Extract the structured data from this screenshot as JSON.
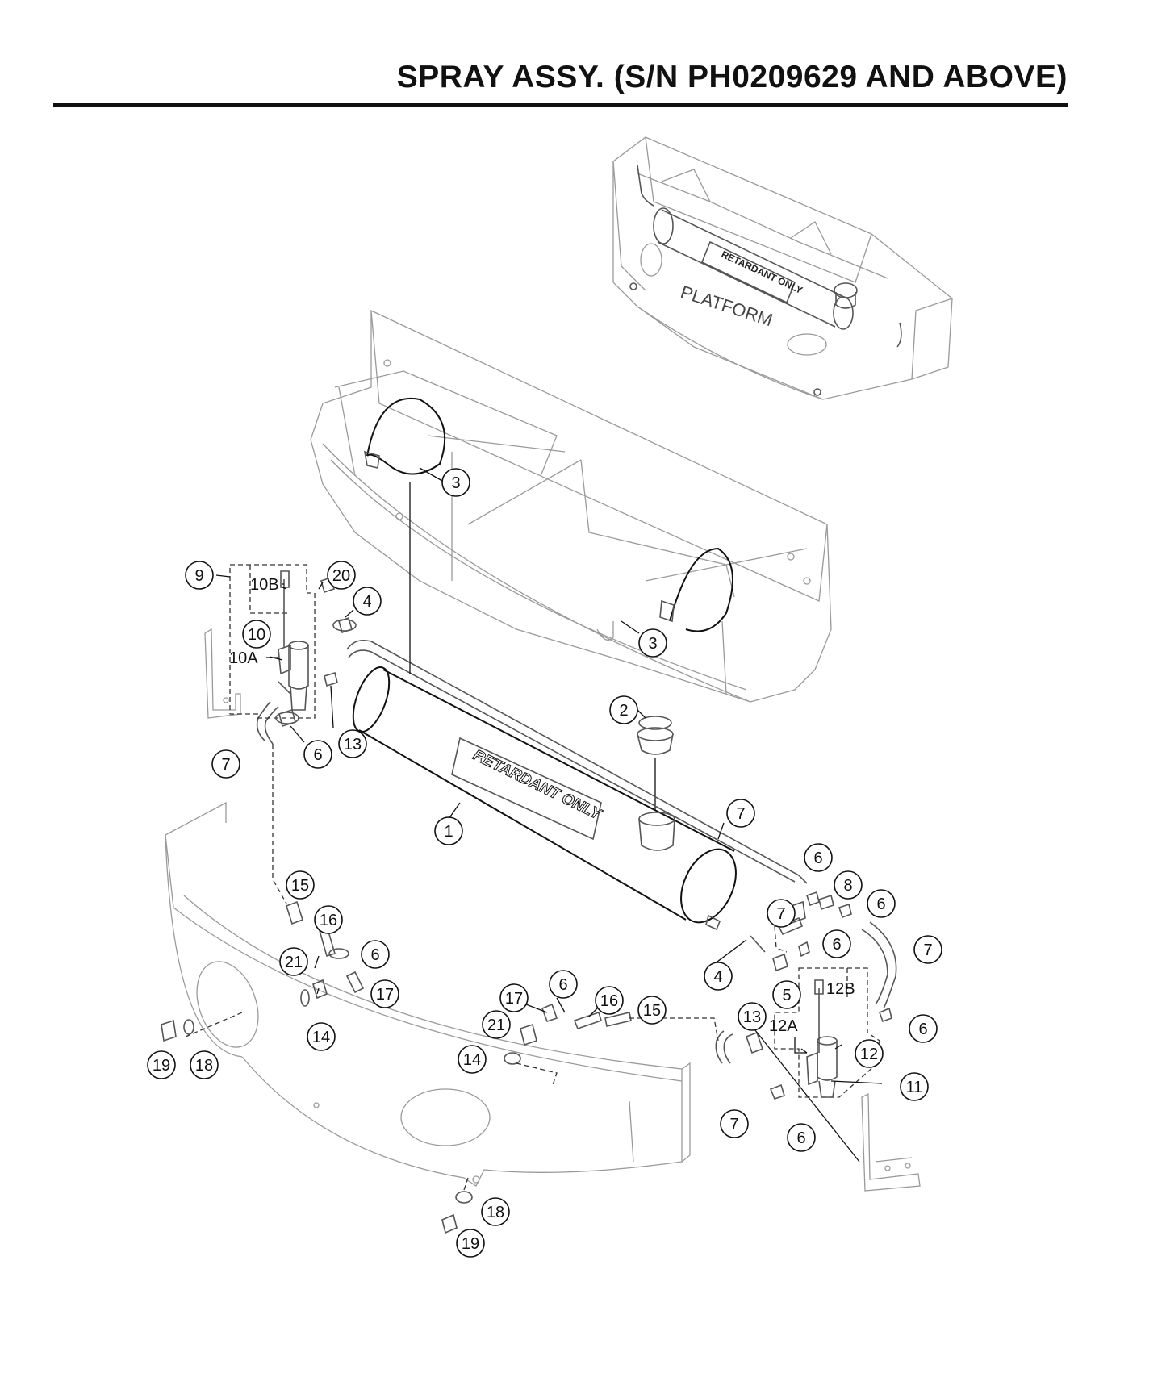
{
  "title": "SPRAY ASSY. (S/N PH0209629 AND ABOVE)",
  "decals": {
    "tank_label": "RETARDANT ONLY",
    "mini_tank_label": "RETARDANT ONLY",
    "platform": "PLATFORM"
  },
  "callouts": [
    {
      "id": "c1",
      "label": "1"
    },
    {
      "id": "c2",
      "label": "2"
    },
    {
      "id": "c3a",
      "label": "3"
    },
    {
      "id": "c3b",
      "label": "3"
    },
    {
      "id": "c4a",
      "label": "4"
    },
    {
      "id": "c4b",
      "label": "4"
    },
    {
      "id": "c5",
      "label": "5"
    },
    {
      "id": "c6a",
      "label": "6"
    },
    {
      "id": "c6b",
      "label": "6"
    },
    {
      "id": "c6c",
      "label": "6"
    },
    {
      "id": "c6d",
      "label": "6"
    },
    {
      "id": "c6e",
      "label": "6"
    },
    {
      "id": "c6f",
      "label": "6"
    },
    {
      "id": "c6g",
      "label": "6"
    },
    {
      "id": "c6h",
      "label": "6"
    },
    {
      "id": "c7a",
      "label": "7"
    },
    {
      "id": "c7b",
      "label": "7"
    },
    {
      "id": "c7c",
      "label": "7"
    },
    {
      "id": "c7d",
      "label": "7"
    },
    {
      "id": "c7e",
      "label": "7"
    },
    {
      "id": "c8",
      "label": "8"
    },
    {
      "id": "c9",
      "label": "9"
    },
    {
      "id": "c10",
      "label": "10"
    },
    {
      "id": "c11",
      "label": "11"
    },
    {
      "id": "c12",
      "label": "12"
    },
    {
      "id": "c13a",
      "label": "13"
    },
    {
      "id": "c13b",
      "label": "13"
    },
    {
      "id": "c14a",
      "label": "14"
    },
    {
      "id": "c14b",
      "label": "14"
    },
    {
      "id": "c15a",
      "label": "15"
    },
    {
      "id": "c15b",
      "label": "15"
    },
    {
      "id": "c16a",
      "label": "16"
    },
    {
      "id": "c16b",
      "label": "16"
    },
    {
      "id": "c17a",
      "label": "17"
    },
    {
      "id": "c17b",
      "label": "17"
    },
    {
      "id": "c18a",
      "label": "18"
    },
    {
      "id": "c18b",
      "label": "18"
    },
    {
      "id": "c19a",
      "label": "19"
    },
    {
      "id": "c19b",
      "label": "19"
    },
    {
      "id": "c20",
      "label": "20"
    },
    {
      "id": "c21a",
      "label": "21"
    },
    {
      "id": "c21b",
      "label": "21"
    }
  ],
  "plain_labels": {
    "l10b": "10B",
    "l10a": "10A",
    "l12b": "12B",
    "l12a": "12A"
  }
}
